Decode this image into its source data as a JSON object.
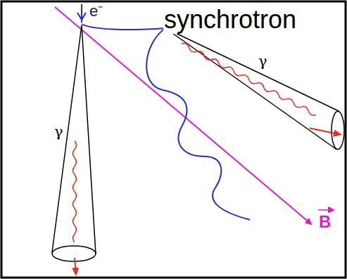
{
  "diagram": {
    "labels": [
      "e⁻",
      "synchrotron",
      "γ",
      "γ",
      "B"
    ]
  }
}
